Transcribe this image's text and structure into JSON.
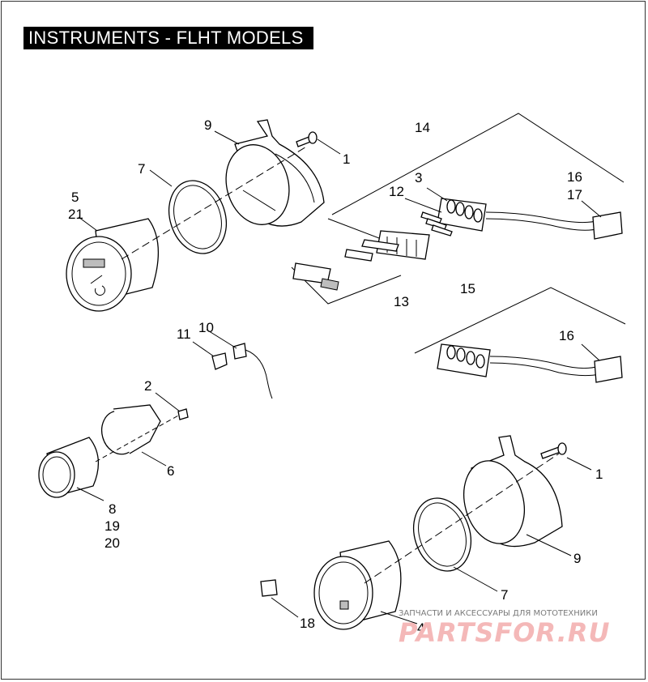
{
  "title": "INSTRUMENTS - FLHT MODELS",
  "callouts": {
    "c1a": "1",
    "c9a": "9",
    "c14": "14",
    "c7a": "7",
    "c3": "3",
    "c16a": "16",
    "c17": "17",
    "c12": "12",
    "c5": "5",
    "c21": "21",
    "c13": "13",
    "c15": "15",
    "c10": "10",
    "c11": "11",
    "c16b": "16",
    "c2": "2",
    "c6": "6",
    "c8": "8",
    "c19": "19",
    "c20": "20",
    "c1b": "1",
    "c9b": "9",
    "c7b": "7",
    "c4": "4",
    "c18": "18"
  },
  "watermark": {
    "caption": "ЗАПЧАСТИ И АКСЕССУАРЫ ДЛЯ МОТОТЕХНИКИ",
    "site": "PARTSFOR.RU"
  }
}
